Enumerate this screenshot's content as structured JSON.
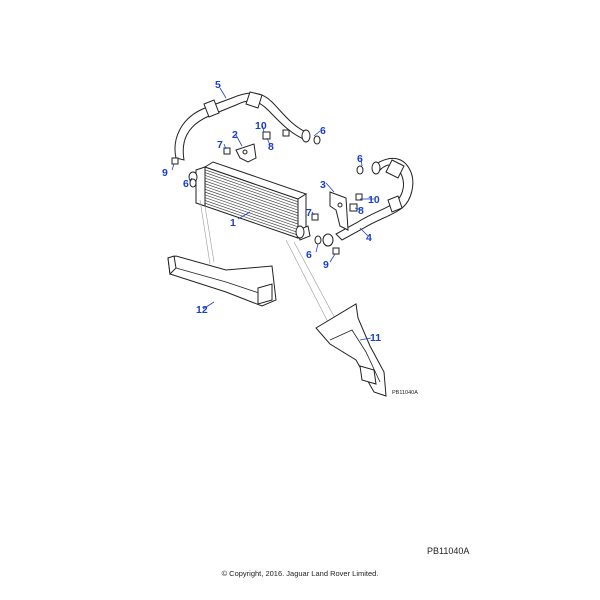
{
  "callouts": {
    "c1": "1",
    "c2": "2",
    "c3": "3",
    "c4": "4",
    "c5": "5",
    "c6a": "6",
    "c6b": "6",
    "c6c": "6",
    "c6d": "6",
    "c7a": "7",
    "c7b": "7",
    "c8a": "8",
    "c8b": "8",
    "c9a": "9",
    "c9b": "9",
    "c10a": "10",
    "c10b": "10",
    "c11": "11",
    "c12": "12"
  },
  "diagram_code": "PB11040A",
  "reference_code": "PB11040A",
  "copyright": "© Copyright, 2016. Jaguar Land Rover Limited.",
  "colors": {
    "callout": "#1a3fcf",
    "line": "#222222"
  }
}
